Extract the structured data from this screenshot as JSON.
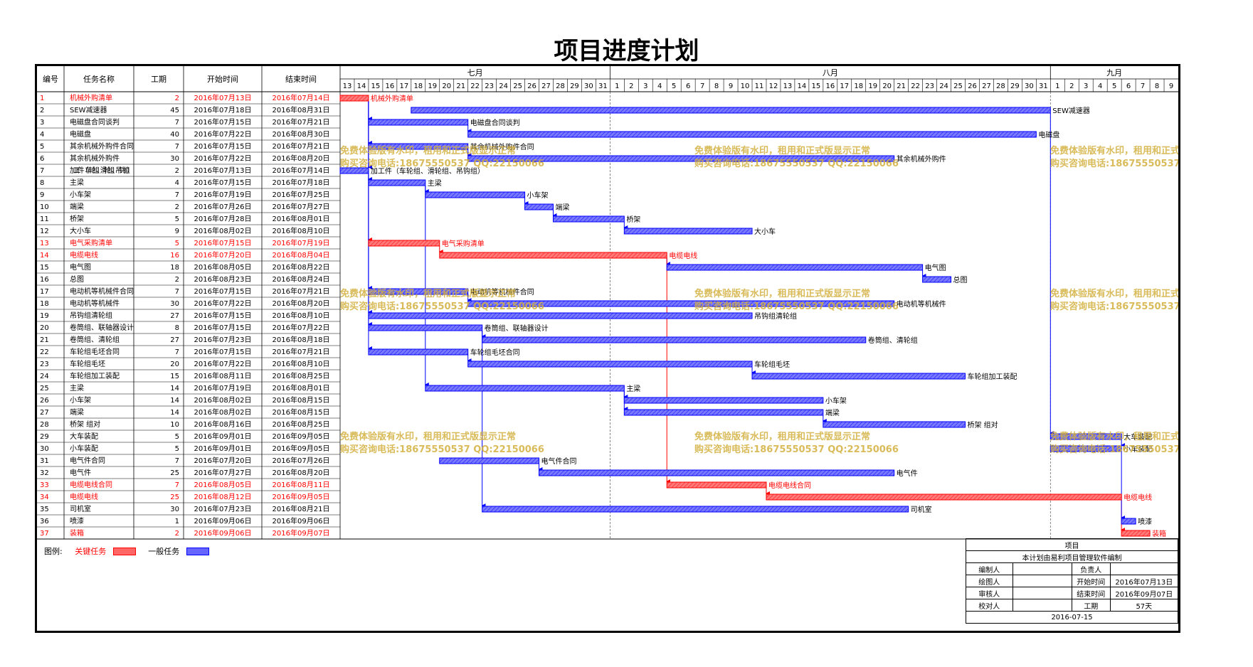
{
  "title": "项目进度计划",
  "headers": {
    "id": "编号",
    "name": "任务名称",
    "duration": "工期",
    "start": "开始时间",
    "end": "结束时间"
  },
  "months": [
    {
      "label": "七月",
      "days": [
        13,
        14,
        15,
        16,
        17,
        18,
        19,
        20,
        21,
        22,
        23,
        24,
        25,
        26,
        27,
        28,
        29,
        30,
        31
      ]
    },
    {
      "label": "八月",
      "days": [
        1,
        2,
        3,
        4,
        5,
        6,
        7,
        8,
        9,
        10,
        11,
        12,
        13,
        14,
        15,
        16,
        17,
        18,
        19,
        20,
        21,
        22,
        23,
        24,
        25,
        26,
        27,
        28,
        29,
        30,
        31
      ]
    },
    {
      "label": "九月",
      "days": [
        1,
        2,
        3,
        4,
        5,
        6,
        7,
        8,
        9
      ]
    }
  ],
  "colors": {
    "critical": "#ff0000",
    "critical_fill": "#ff6666",
    "normal": "#0000ff",
    "normal_fill": "#6666ff"
  },
  "chart_data": {
    "type": "gantt",
    "title": "项目进度计划",
    "x_range": [
      "2016-07-13",
      "2016-09-09"
    ],
    "tasks": [
      {
        "id": 1,
        "name": "机械外购清单",
        "duration": 2,
        "start_text": "2016年07月13日",
        "end_text": "2016年07月14日",
        "start": "2016-07-13",
        "end": "2016-07-14",
        "critical": true,
        "label": "机械外购清单"
      },
      {
        "id": 2,
        "name": "SEW减速器",
        "duration": 45,
        "start_text": "2016年07月18日",
        "end_text": "2016年08月31日",
        "start": "2016-07-18",
        "end": "2016-08-31",
        "critical": false,
        "label": "SEW减速器"
      },
      {
        "id": 3,
        "name": "电磁盘合同谈判",
        "duration": 7,
        "start_text": "2016年07月15日",
        "end_text": "2016年07月21日",
        "start": "2016-07-15",
        "end": "2016-07-21",
        "critical": false,
        "label": "电磁盘合同谈判"
      },
      {
        "id": 4,
        "name": "电磁盘",
        "duration": 40,
        "start_text": "2016年07月22日",
        "end_text": "2016年08月30日",
        "start": "2016-07-22",
        "end": "2016-08-30",
        "critical": false,
        "label": "电磁盘"
      },
      {
        "id": 5,
        "name": "其余机械外购件合同",
        "duration": 7,
        "start_text": "2016年07月15日",
        "end_text": "2016年07月21日",
        "start": "2016-07-15",
        "end": "2016-07-21",
        "critical": false,
        "label": "其余机械外购件合同"
      },
      {
        "id": 6,
        "name": "其余机械外购件",
        "duration": 30,
        "start_text": "2016年07月22日",
        "end_text": "2016年08月20日",
        "start": "2016-07-22",
        "end": "2016-08-20",
        "critical": false,
        "label": "其余机械外购件"
      },
      {
        "id": 7,
        "name": "加工件（车轮组、滑轮组、吊钩组）",
        "duration": 2,
        "start_text": "2016年07月13日",
        "end_text": "2016年07月14日",
        "start": "2016-07-13",
        "end": "2016-07-14",
        "critical": false,
        "label": "加工件（车轮组、滑轮组、吊钩组）"
      },
      {
        "id": 8,
        "name": "主梁",
        "duration": 4,
        "start_text": "2016年07月15日",
        "end_text": "2016年07月18日",
        "start": "2016-07-15",
        "end": "2016-07-18",
        "critical": false,
        "label": "主梁"
      },
      {
        "id": 9,
        "name": "小车架",
        "duration": 7,
        "start_text": "2016年07月19日",
        "end_text": "2016年07月25日",
        "start": "2016-07-19",
        "end": "2016-07-25",
        "critical": false,
        "label": "小车架"
      },
      {
        "id": 10,
        "name": "端梁",
        "duration": 2,
        "start_text": "2016年07月26日",
        "end_text": "2016年07月27日",
        "start": "2016-07-26",
        "end": "2016-07-27",
        "critical": false,
        "label": "端梁"
      },
      {
        "id": 11,
        "name": "桥架",
        "duration": 5,
        "start_text": "2016年07月28日",
        "end_text": "2016年08月01日",
        "start": "2016-07-28",
        "end": "2016-08-01",
        "critical": false,
        "label": "桥架"
      },
      {
        "id": 12,
        "name": "大小车",
        "duration": 9,
        "start_text": "2016年08月02日",
        "end_text": "2016年08月10日",
        "start": "2016-08-02",
        "end": "2016-08-10",
        "critical": false,
        "label": "大小车"
      },
      {
        "id": 13,
        "name": "电气采购清单",
        "duration": 5,
        "start_text": "2016年07月15日",
        "end_text": "2016年07月19日",
        "start": "2016-07-15",
        "end": "2016-07-19",
        "critical": true,
        "label": "电气采购清单"
      },
      {
        "id": 14,
        "name": "电缆电线",
        "duration": 16,
        "start_text": "2016年07月20日",
        "end_text": "2016年08月04日",
        "start": "2016-07-20",
        "end": "2016-08-04",
        "critical": true,
        "label": "电缆电线"
      },
      {
        "id": 15,
        "name": "电气图",
        "duration": 18,
        "start_text": "2016年08月05日",
        "end_text": "2016年08月22日",
        "start": "2016-08-05",
        "end": "2016-08-22",
        "critical": false,
        "label": "电气图"
      },
      {
        "id": 16,
        "name": "总图",
        "duration": 2,
        "start_text": "2016年08月23日",
        "end_text": "2016年08月24日",
        "start": "2016-08-23",
        "end": "2016-08-24",
        "critical": false,
        "label": "总图"
      },
      {
        "id": 17,
        "name": "电动机等机械件合同",
        "duration": 7,
        "start_text": "2016年07月15日",
        "end_text": "2016年07月21日",
        "start": "2016-07-15",
        "end": "2016-07-21",
        "critical": false,
        "label": "电动机等机械件合同"
      },
      {
        "id": 18,
        "name": "电动机等机械件",
        "duration": 30,
        "start_text": "2016年07月22日",
        "end_text": "2016年08月20日",
        "start": "2016-07-22",
        "end": "2016-08-20",
        "critical": false,
        "label": "电动机等机械件"
      },
      {
        "id": 19,
        "name": "吊钩组清轮组",
        "duration": 27,
        "start_text": "2016年07月15日",
        "end_text": "2016年08月10日",
        "start": "2016-07-15",
        "end": "2016-08-10",
        "critical": false,
        "label": "吊钩组清轮组"
      },
      {
        "id": 20,
        "name": "卷筒组、联轴器设计",
        "duration": 8,
        "start_text": "2016年07月15日",
        "end_text": "2016年07月22日",
        "start": "2016-07-15",
        "end": "2016-07-22",
        "critical": false,
        "label": "卷筒组、联轴器设计"
      },
      {
        "id": 21,
        "name": "卷筒组、清轮组",
        "duration": 27,
        "start_text": "2016年07月23日",
        "end_text": "2016年08月18日",
        "start": "2016-07-23",
        "end": "2016-08-18",
        "critical": false,
        "label": "卷筒组、清轮组"
      },
      {
        "id": 22,
        "name": "车轮组毛坯合同",
        "duration": 7,
        "start_text": "2016年07月15日",
        "end_text": "2016年07月21日",
        "start": "2016-07-15",
        "end": "2016-07-21",
        "critical": false,
        "label": "车轮组毛坯合同"
      },
      {
        "id": 23,
        "name": "车轮组毛坯",
        "duration": 20,
        "start_text": "2016年07月22日",
        "end_text": "2016年08月10日",
        "start": "2016-07-22",
        "end": "2016-08-10",
        "critical": false,
        "label": "车轮组毛坯"
      },
      {
        "id": 24,
        "name": "车轮组加工装配",
        "duration": 15,
        "start_text": "2016年08月11日",
        "end_text": "2016年08月25日",
        "start": "2016-08-11",
        "end": "2016-08-25",
        "critical": false,
        "label": "车轮组加工装配"
      },
      {
        "id": 25,
        "name": "主梁",
        "duration": 14,
        "start_text": "2016年07月19日",
        "end_text": "2016年08月01日",
        "start": "2016-07-19",
        "end": "2016-08-01",
        "critical": false,
        "label": "主梁"
      },
      {
        "id": 26,
        "name": "小车架",
        "duration": 14,
        "start_text": "2016年08月02日",
        "end_text": "2016年08月15日",
        "start": "2016-08-02",
        "end": "2016-08-15",
        "critical": false,
        "label": "小车架"
      },
      {
        "id": 27,
        "name": "端梁",
        "duration": 14,
        "start_text": "2016年08月02日",
        "end_text": "2016年08月15日",
        "start": "2016-08-02",
        "end": "2016-08-15",
        "critical": false,
        "label": "端梁"
      },
      {
        "id": 28,
        "name": "桥架 组对",
        "duration": 10,
        "start_text": "2016年08月16日",
        "end_text": "2016年08月25日",
        "start": "2016-08-16",
        "end": "2016-08-25",
        "critical": false,
        "label": "桥架 组对"
      },
      {
        "id": 29,
        "name": "大车装配",
        "duration": 5,
        "start_text": "2016年09月01日",
        "end_text": "2016年09月05日",
        "start": "2016-09-01",
        "end": "2016-09-05",
        "critical": false,
        "label": "大车装配"
      },
      {
        "id": 30,
        "name": "小车装配",
        "duration": 5,
        "start_text": "2016年09月01日",
        "end_text": "2016年09月05日",
        "start": "2016-09-01",
        "end": "2016-09-05",
        "critical": false,
        "label": "小车装配"
      },
      {
        "id": 31,
        "name": "电气件合同",
        "duration": 7,
        "start_text": "2016年07月20日",
        "end_text": "2016年07月26日",
        "start": "2016-07-20",
        "end": "2016-07-26",
        "critical": false,
        "label": "电气件合同"
      },
      {
        "id": 32,
        "name": "电气件",
        "duration": 25,
        "start_text": "2016年07月27日",
        "end_text": "2016年08月20日",
        "start": "2016-07-27",
        "end": "2016-08-20",
        "critical": false,
        "label": "电气件"
      },
      {
        "id": 33,
        "name": "电缆电线合同",
        "duration": 7,
        "start_text": "2016年08月05日",
        "end_text": "2016年08月11日",
        "start": "2016-08-05",
        "end": "2016-08-11",
        "critical": true,
        "label": "电缆电线合同"
      },
      {
        "id": 34,
        "name": "电缆电线",
        "duration": 25,
        "start_text": "2016年08月12日",
        "end_text": "2016年09月05日",
        "start": "2016-08-12",
        "end": "2016-09-05",
        "critical": true,
        "label": "电缆电线"
      },
      {
        "id": 35,
        "name": "司机室",
        "duration": 30,
        "start_text": "2016年07月23日",
        "end_text": "2016年08月21日",
        "start": "2016-07-23",
        "end": "2016-08-21",
        "critical": false,
        "label": "司机室"
      },
      {
        "id": 36,
        "name": "喷漆",
        "duration": 1,
        "start_text": "2016年09月06日",
        "end_text": "2016年09月06日",
        "start": "2016-09-06",
        "end": "2016-09-06",
        "critical": false,
        "label": "喷漆"
      },
      {
        "id": 37,
        "name": "装箱",
        "duration": 2,
        "start_text": "2016年09月06日",
        "end_text": "2016年09月07日",
        "start": "2016-09-06",
        "end": "2016-09-07",
        "critical": true,
        "label": "装箱"
      }
    ],
    "links": [
      [
        1,
        3
      ],
      [
        1,
        5
      ],
      [
        1,
        7
      ],
      [
        1,
        13
      ],
      [
        1,
        17
      ],
      [
        1,
        19
      ],
      [
        1,
        20
      ],
      [
        1,
        22
      ],
      [
        3,
        4
      ],
      [
        5,
        6
      ],
      [
        7,
        8
      ],
      [
        8,
        9
      ],
      [
        9,
        10
      ],
      [
        10,
        11
      ],
      [
        11,
        12
      ],
      [
        13,
        14
      ],
      [
        14,
        15
      ],
      [
        15,
        16
      ],
      [
        14,
        33
      ],
      [
        33,
        34
      ],
      [
        34,
        37
      ],
      [
        17,
        18
      ],
      [
        20,
        21
      ],
      [
        22,
        23
      ],
      [
        23,
        24
      ],
      [
        8,
        25
      ],
      [
        25,
        26
      ],
      [
        25,
        27
      ],
      [
        27,
        28
      ],
      [
        2,
        29
      ],
      [
        29,
        30
      ],
      [
        31,
        32
      ],
      [
        30,
        36
      ],
      [
        20,
        35
      ]
    ]
  },
  "legend": {
    "prefix": "图例:",
    "critical": "关键任务",
    "normal": "一般任务"
  },
  "info": {
    "project": "项目",
    "note": "本计划由易利项目管理软件编制",
    "editor_label": "编制人",
    "owner_label": "负责人",
    "drawer_label": "绘图人",
    "start_label": "开始时间",
    "start_value": "2016年07月13日",
    "reviewer_label": "审核人",
    "end_label": "结束时间",
    "end_value": "2016年09月07日",
    "checker_label": "校对人",
    "duration_label": "工期",
    "duration_value": "57天",
    "date": "2016-07-15"
  },
  "watermark": {
    "line1": "免费体验版有水印，租用和正式版显示正常",
    "line2": "购买咨询电话:18675550537 QQ:22150066"
  }
}
